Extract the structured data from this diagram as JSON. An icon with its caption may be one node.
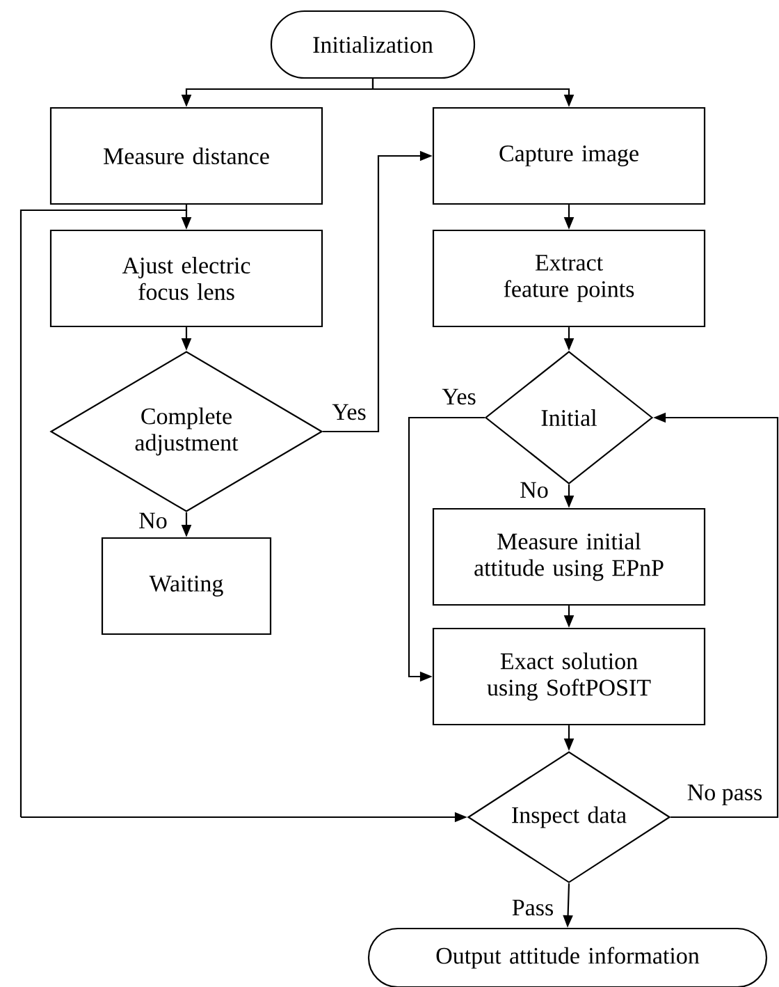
{
  "diagram": {
    "nodes": [
      {
        "text": [
          "Initialization"
        ]
      },
      {
        "text": [
          "Measure distance"
        ]
      },
      {
        "text": [
          "Capture image"
        ]
      },
      {
        "text": [
          "Ajust electric focus lens"
        ]
      },
      {
        "text": [
          "Extract feature points"
        ]
      },
      {
        "text": [
          "Complete adjustment"
        ]
      },
      {
        "text": [
          "Initial"
        ]
      },
      {
        "text": [
          "Waiting"
        ]
      },
      {
        "text": [
          "Measure initial attitude using EPnP"
        ]
      },
      {
        "text": [
          "Exact solution using SoftPOSIT"
        ]
      },
      {
        "text": [
          "Inspect data"
        ]
      },
      {
        "text": [
          "Output attitude information"
        ]
      }
    ],
    "edges": [
      {
        "from": 0,
        "to": 1,
        "arrow": "to"
      },
      {
        "from": 0,
        "to": 2,
        "arrow": "to"
      },
      {
        "from": 1,
        "to": 3,
        "arrow": "to"
      },
      {
        "from": 1,
        "to": 10,
        "arrow": "to"
      },
      {
        "from": 2,
        "to": 4,
        "arrow": "to"
      },
      {
        "from": 3,
        "to": 5,
        "arrow": "to"
      },
      {
        "from": 5,
        "to": 2,
        "arrow": "to",
        "label": "Yes"
      },
      {
        "from": 5,
        "to": 7,
        "arrow": "to",
        "label": "No"
      },
      {
        "from": 4,
        "to": 6,
        "arrow": "to"
      },
      {
        "from": 6,
        "to": 9,
        "arrow": "to",
        "label": "Yes"
      },
      {
        "from": 6,
        "to": 8,
        "arrow": "to",
        "label": "No"
      },
      {
        "from": 8,
        "to": 9,
        "arrow": "to"
      },
      {
        "from": 9,
        "to": 10,
        "arrow": "to"
      },
      {
        "from": 10,
        "to": 6,
        "arrow": "to",
        "label": "No pass"
      },
      {
        "from": 10,
        "to": 11,
        "arrow": "to",
        "label": "Pass"
      }
    ]
  }
}
